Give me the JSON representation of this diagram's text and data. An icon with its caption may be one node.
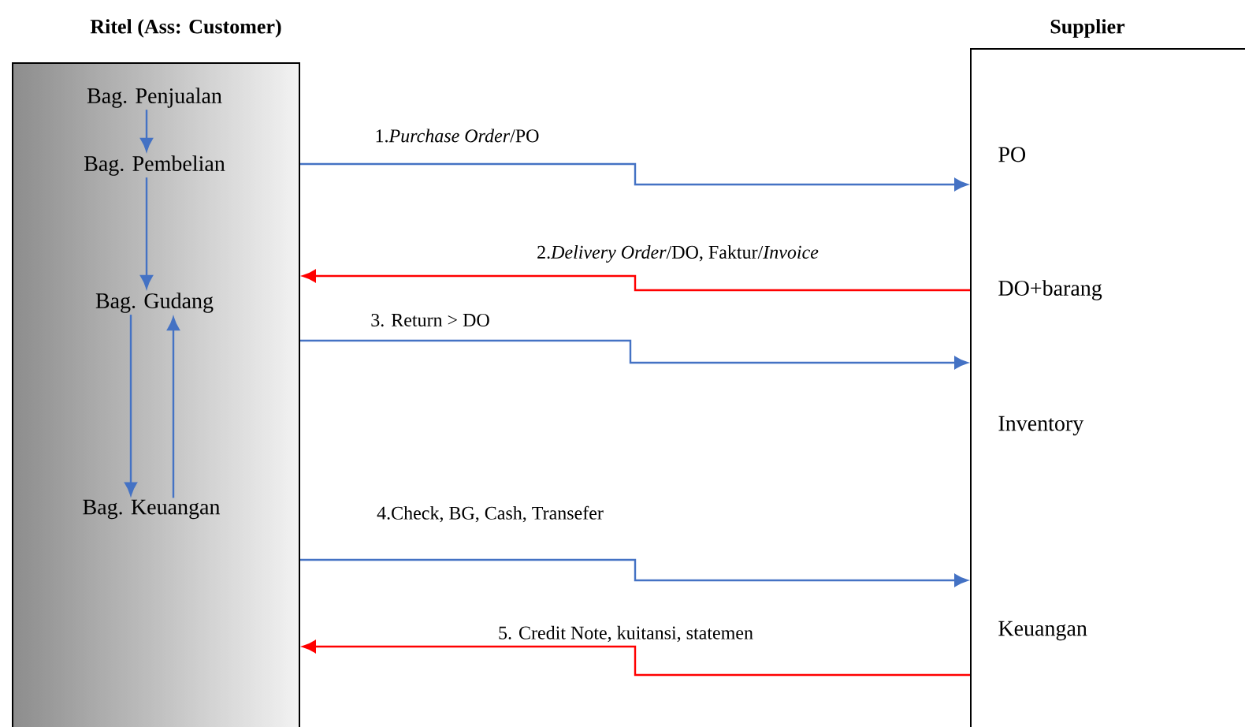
{
  "diagram": {
    "nodes": [
      {
        "text": [
          "Ritel (Ass: Customer)"
        ]
      },
      {
        "text": [
          "Bag. Penjualan"
        ],
        "in": 0
      },
      {
        "text": [
          "Bag. Pembelian"
        ],
        "in": 0
      },
      {
        "text": [
          "Bag. Gudang"
        ],
        "in": 0
      },
      {
        "text": [
          "Bag. Keuangan"
        ],
        "in": 0
      },
      {
        "text": [
          "Supplier"
        ]
      },
      {
        "text": [
          "PO"
        ],
        "in": 5
      },
      {
        "text": [
          "DO+barang"
        ],
        "in": 5
      },
      {
        "text": [
          "Inventory"
        ],
        "in": 5
      },
      {
        "text": [
          "Keuangan"
        ],
        "in": 5
      }
    ],
    "edges": [
      {
        "from": 1,
        "to": 2,
        "arrow": "to"
      },
      {
        "from": 2,
        "to": 3,
        "arrow": "to"
      },
      {
        "from": 3,
        "to": 4,
        "arrow": "to"
      },
      {
        "from": 4,
        "to": 3,
        "arrow": "to"
      },
      {
        "from": 0,
        "to": 5,
        "arrow": "to",
        "label": "1.*Purchase Order*/PO"
      },
      {
        "from": 5,
        "to": 0,
        "arrow": "to",
        "label": "2.*Delivery Order*/DO,  Faktur/*Invoice*",
        "color": "#ff0000"
      },
      {
        "from": 0,
        "to": 5,
        "arrow": "to",
        "label": "3. Return > DO"
      },
      {
        "from": 0,
        "to": 5,
        "arrow": "to",
        "label": "4.Check, BG, Cash, Transefer"
      },
      {
        "from": 5,
        "to": 0,
        "arrow": "to",
        "label": "5. Credit Note, kuitansi, statemen",
        "color": "#ff0000"
      }
    ]
  }
}
